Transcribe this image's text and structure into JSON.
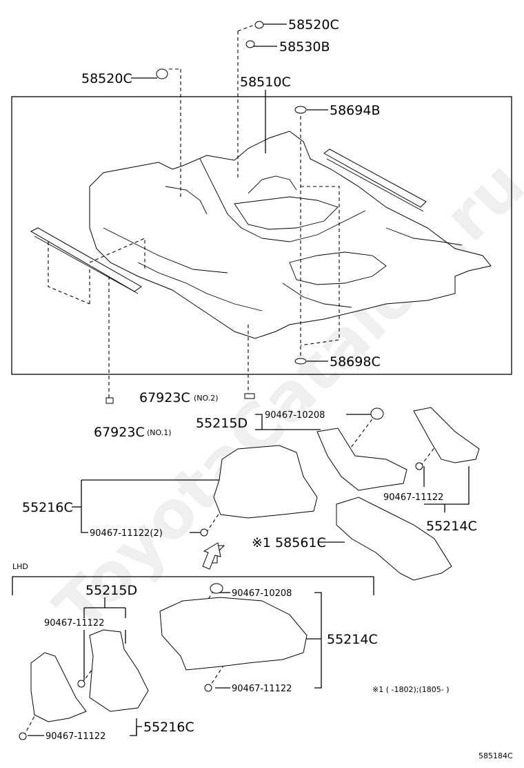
{
  "labels": {
    "top_clip_a": "58520C",
    "top_plug": "58530B",
    "left_clip": "58520C",
    "carpet": "58510C",
    "grommet_top": "58694B",
    "grommet_bottom": "58698C",
    "scuff_no2": "67923C",
    "scuff_no2_note": "(NO.2)",
    "scuff_no1": "67923C",
    "scuff_no1_note": "(NO.1)",
    "duct_d": "55215D",
    "screw_10208_a": "90467-10208",
    "duct_c_left": "55216C",
    "screw_11122_2": "90467-11122(2)",
    "screw_11122_a": "90467-11122",
    "duct_c_right": "55214C",
    "cover": "※1 58561C",
    "lhd": "LHD",
    "lhd_duct_d": "55215D",
    "lhd_screw_11122_a": "90467-11122",
    "lhd_screw_10208": "90467-10208",
    "lhd_duct_right": "55214C",
    "lhd_screw_11122_b": "90467-11122",
    "lhd_screw_11122_c": "90467-11122",
    "lhd_duct_left": "55216C",
    "footnote": "※1 (     -1802);(1805-     )",
    "diagram_code": "585184C"
  },
  "watermark": "ToyotaCatalog.ru"
}
